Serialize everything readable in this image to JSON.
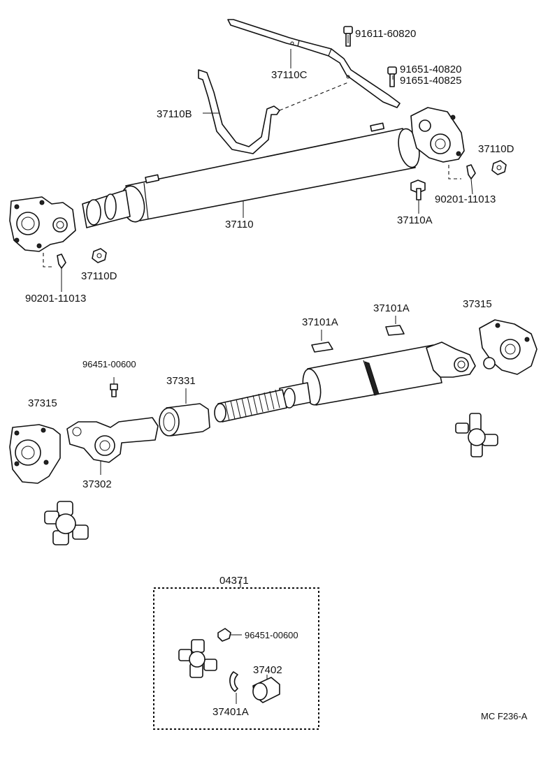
{
  "labels": {
    "p91611_60820": "91611-60820",
    "p37110C": "37110C",
    "p91651_40820": "91651-40820",
    "p91651_40825": "91651-40825",
    "p37110B": "37110B",
    "p37110D_right": "37110D",
    "p90201_11013_right": "90201-11013",
    "p37110": "37110",
    "p37110A": "37110A",
    "p37110D_left": "37110D",
    "p90201_11013_left": "90201-11013",
    "p37101A_left": "37101A",
    "p37101A_right": "37101A",
    "p37315_right": "37315",
    "p96451_00600_top": "96451-00600",
    "p37331": "37331",
    "p37315_left": "37315",
    "p37302": "37302",
    "p04371": "04371",
    "p96451_00600_kit": "96451-00600",
    "p37402": "37402",
    "p37401A": "37401A",
    "figure_code": "MC F236-A"
  }
}
